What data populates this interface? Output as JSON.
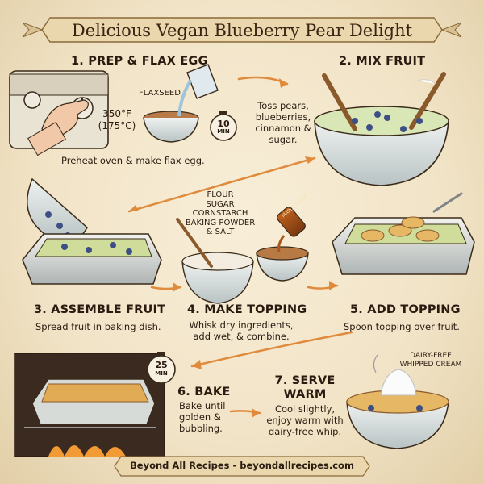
{
  "title": "Delicious Vegan Blueberry Pear Delight",
  "steps": [
    {
      "title": "1. PREP & FLAX EGG",
      "desc": "Preheat oven & make flax egg.",
      "labels": {
        "flaxseed": "FLAXSEED",
        "temp_f": "350°F",
        "temp_c": "(175°C)",
        "timer_num": "10",
        "timer_unit": "MIN"
      }
    },
    {
      "title": "2. MIX FRUIT",
      "desc_lines": [
        "Toss pears,",
        "blueberries,",
        "cinnamon &",
        "sugar."
      ]
    },
    {
      "title": "3. ASSEMBLE FRUIT",
      "desc": "Spread fruit in baking dish."
    },
    {
      "title": "4. MAKE TOPPING",
      "desc_lines": [
        "Whisk dry ingredients,",
        "add wet, & combine."
      ],
      "labels": {
        "dry": [
          "FLOUR",
          "SUGAR",
          "CORNSTARCH",
          "BAKING POWDER",
          "& SALT"
        ],
        "bottle": "MAPLE SYRUP"
      }
    },
    {
      "title": "5. ADD TOPPING",
      "desc": "Spoon topping over fruit."
    },
    {
      "title": "6. BAKE",
      "desc_lines": [
        "Bake until",
        "golden &",
        "bubbling."
      ],
      "labels": {
        "timer_num": "25",
        "timer_unit": "MIN"
      }
    },
    {
      "title_lines": [
        "7. SERVE",
        "WARM"
      ],
      "desc_lines": [
        "Cool slightly,",
        "enjoy warm with",
        "dairy-free whip."
      ],
      "labels": {
        "cream": [
          "DAIRY-FREE",
          "WHIPPED CREAM"
        ]
      }
    }
  ],
  "footer": "Beyond All Recipes - beyondallrecipes.com",
  "colors": {
    "parchment": "#f4e7cc",
    "ink": "#2c1d12",
    "arrow": "#e08a3c",
    "blueberry": "#3e4f86",
    "pear": "#b7cf7a",
    "topping": "#e6b865"
  }
}
